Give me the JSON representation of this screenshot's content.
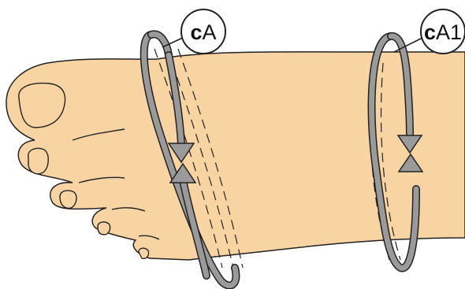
{
  "diagram": {
    "colors": {
      "skin": "#f9d4a3",
      "outline": "#222222",
      "tape": "#9a9a9a",
      "label_fill": "#ffffff"
    },
    "callouts": [
      {
        "id": "cA",
        "prefix": "c",
        "suffix": "A"
      },
      {
        "id": "cA1",
        "prefix": "c",
        "suffix": "A1"
      }
    ]
  }
}
